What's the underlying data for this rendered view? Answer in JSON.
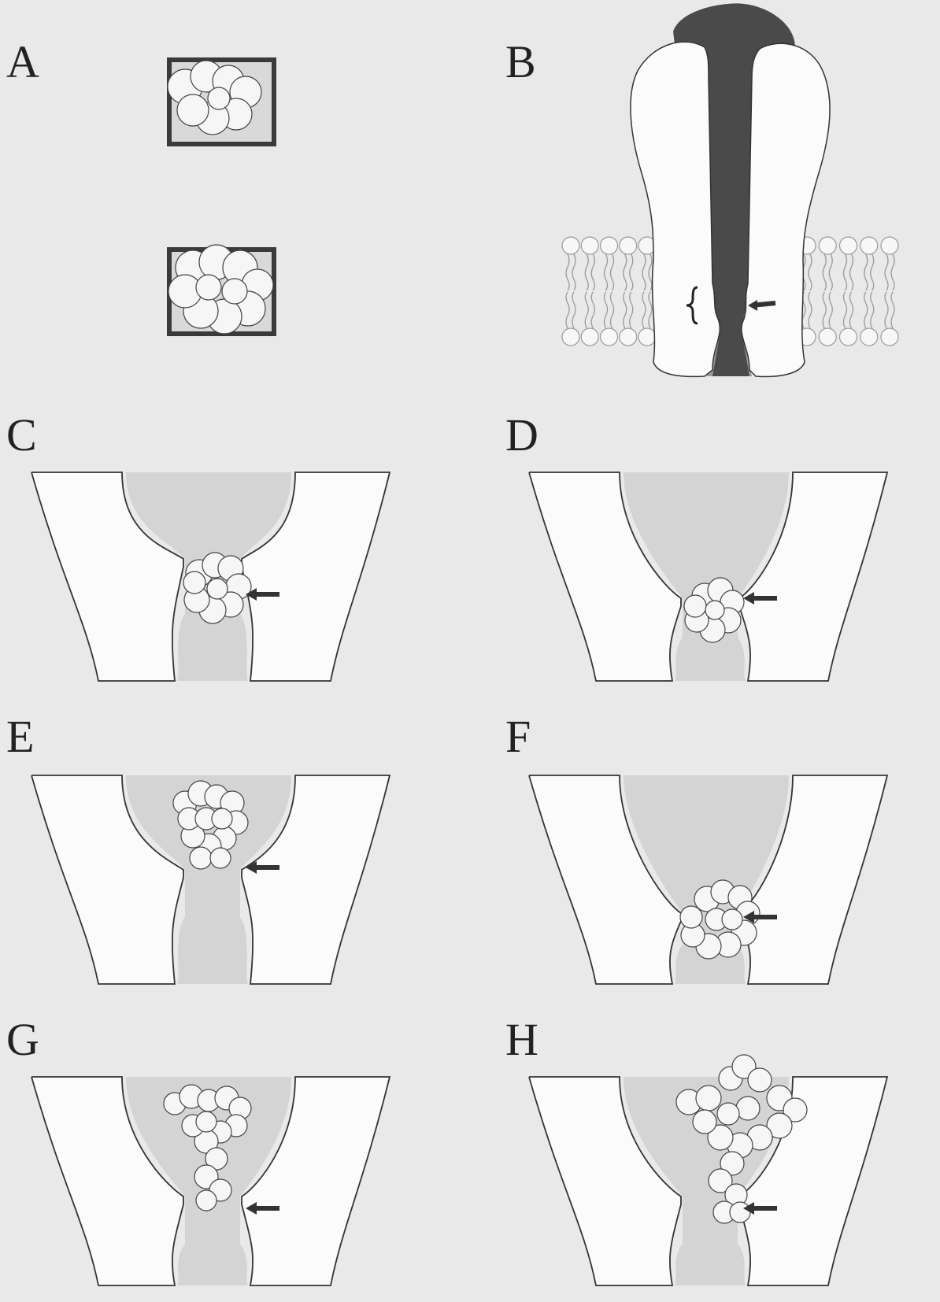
{
  "figure": {
    "panels": [
      {
        "id": "A",
        "label": "A"
      },
      {
        "id": "B",
        "label": "B"
      },
      {
        "id": "C",
        "label": "C"
      },
      {
        "id": "D",
        "label": "D"
      },
      {
        "id": "E",
        "label": "E"
      },
      {
        "id": "F",
        "label": "F"
      },
      {
        "id": "G",
        "label": "G"
      },
      {
        "id": "H",
        "label": "H"
      }
    ]
  },
  "colors": {
    "background": "#e9e9e9",
    "channel_fill": "#fbfbfb",
    "shaded_region": "#d4d4d4",
    "outline": "#333333",
    "dark_core": "#4a4a4a",
    "mid_band": "#9c9c9c",
    "sphere_fill": "#f6f6f6"
  }
}
